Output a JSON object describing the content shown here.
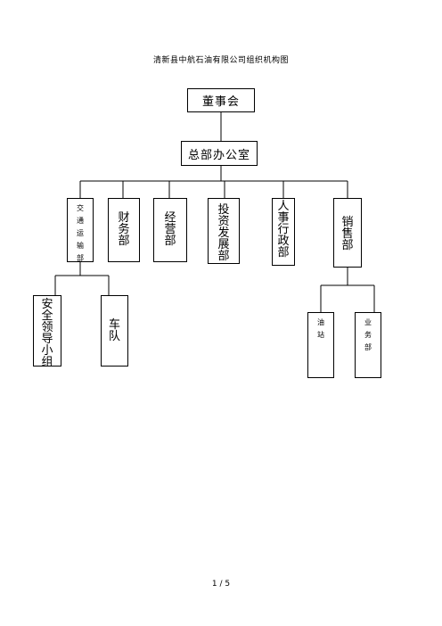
{
  "title": "清新县中航石油有限公司组织机构图",
  "nodes": {
    "board": "董事会",
    "office": "总部办公室",
    "transport": "交\n通\n运\n输\n部",
    "finance": "财\n务\n部",
    "operations": "经\n营\n部",
    "investment": "投\n资\n发\n展\n部",
    "hr_admin": "人\n事\n行\n政\n部",
    "sales": "销\n售\n部",
    "safety": "安\n全\n领\n导\n小\n组",
    "fleet": "车\n队",
    "station": "油\n站",
    "business": "业\n务\n部"
  },
  "page_indicator": "1 / 5"
}
